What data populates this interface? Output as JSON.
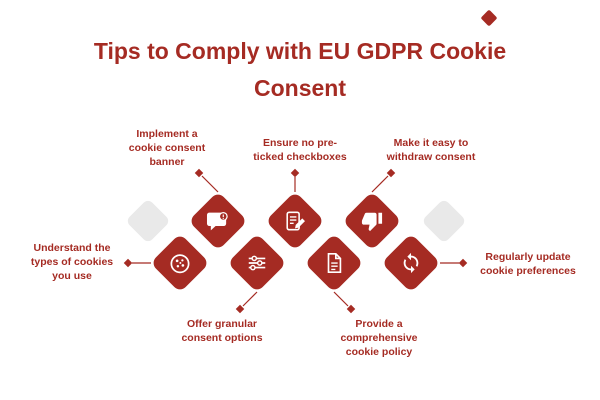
{
  "title": "Tips to Comply with EU GDPR Cookie Consent",
  "colors": {
    "accent": "#A52B23",
    "diamond_fill": "#A52B23",
    "decorative_diamond_gray": "#E9E9E9",
    "icon_color": "#FFFFFF",
    "background": "#FFFFFF"
  },
  "items": [
    {
      "label": "Implement a cookie consent banner",
      "icon": "chat-bubble-icon"
    },
    {
      "label": "Ensure no pre-ticked checkboxes",
      "icon": "checklist-pencil-icon"
    },
    {
      "label": "Make it easy to withdraw consent",
      "icon": "thumbs-down-icon"
    },
    {
      "label": "Understand the types of cookies you use",
      "icon": "cookie-icon"
    },
    {
      "label": "Offer granular consent options",
      "icon": "sliders-icon"
    },
    {
      "label": "Provide a comprehensive cookie policy",
      "icon": "document-icon"
    },
    {
      "label": "Regularly update cookie preferences",
      "icon": "refresh-icon"
    }
  ]
}
